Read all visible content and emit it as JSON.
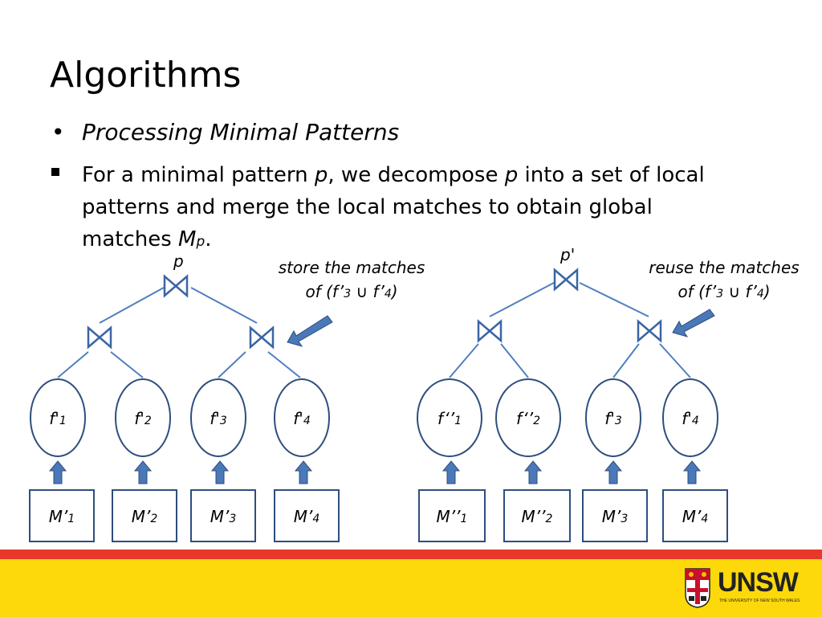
{
  "title": "Algorithms",
  "bullets": {
    "b1": "Processing Minimal Patterns",
    "b2_line1_a": "For a minimal pattern ",
    "b2_line1_p1": "p",
    "b2_line1_b": ", we decompose ",
    "b2_line1_p2": "p",
    "b2_line1_c": " into a set of local",
    "b2_line2": "patterns and merge the local matches to obtain global",
    "b2_line3_a": "matches ",
    "b2_line3_M": "M",
    "b2_line3_sub": "p",
    "b2_line3_end": "."
  },
  "left_tree": {
    "root_label": "p",
    "annotation_line1": "store the matches",
    "annotation_line2_a": "of (",
    "annotation_f1": "f’",
    "annotation_s1": "3",
    "annotation_cup": " ∪ ",
    "annotation_f2": "f’",
    "annotation_s2": "4",
    "annotation_end": ")",
    "fragments": [
      {
        "base": "f'",
        "sub": "1"
      },
      {
        "base": "f'",
        "sub": "2"
      },
      {
        "base": "f'",
        "sub": "3"
      },
      {
        "base": "f'",
        "sub": "4"
      }
    ],
    "matches": [
      {
        "base": "M’",
        "sub": "1"
      },
      {
        "base": "M’",
        "sub": "2"
      },
      {
        "base": "M’",
        "sub": "3"
      },
      {
        "base": "M’",
        "sub": "4"
      }
    ]
  },
  "right_tree": {
    "root_label": "p'",
    "annotation_line1": "reuse the matches",
    "annotation_line2_a": "of (",
    "annotation_f1": "f’",
    "annotation_s1": "3",
    "annotation_cup": " ∪ ",
    "annotation_f2": "f’",
    "annotation_s2": "4",
    "annotation_end": ")",
    "fragments": [
      {
        "base": "f‘’",
        "sub": "1"
      },
      {
        "base": "f‘’",
        "sub": "2"
      },
      {
        "base": "f'",
        "sub": "3"
      },
      {
        "base": "f'",
        "sub": "4"
      }
    ],
    "matches": [
      {
        "base": "M’’",
        "sub": "1"
      },
      {
        "base": "M’’",
        "sub": "2"
      },
      {
        "base": "M’",
        "sub": "3"
      },
      {
        "base": "M’",
        "sub": "4"
      }
    ]
  },
  "logo": {
    "word": "UNSW",
    "tagline": "THE UNIVERSITY OF NEW SOUTH WALES"
  },
  "colors": {
    "edge": "#4f7fbf",
    "node_stroke": "#2e4e7e",
    "arrow_fill": "#4a78b8",
    "footer_red": "#e8382a",
    "footer_yellow": "#fdd80b"
  }
}
